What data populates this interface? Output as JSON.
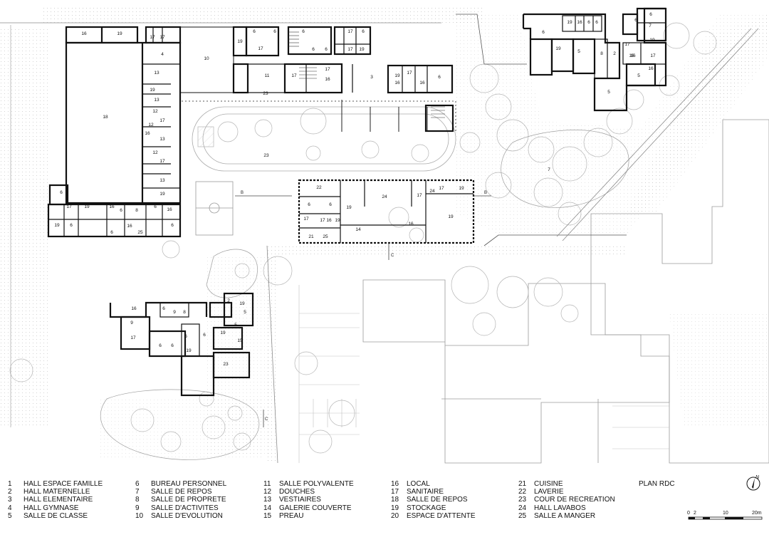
{
  "plan_title": "PLAN RDC",
  "north_label": "N",
  "scale": {
    "ticks": [
      "0",
      "2",
      "10",
      "20m"
    ]
  },
  "section_markers": [
    "B",
    "B",
    "C",
    "C"
  ],
  "legend": [
    {
      "num": "1",
      "label": "HALL ESPACE FAMILLE"
    },
    {
      "num": "2",
      "label": "HALL MATERNELLE"
    },
    {
      "num": "3",
      "label": "HALL ELEMENTAIRE"
    },
    {
      "num": "4",
      "label": "HALL GYMNASE"
    },
    {
      "num": "5",
      "label": "SALLE DE CLASSE"
    },
    {
      "num": "6",
      "label": "BUREAU PERSONNEL"
    },
    {
      "num": "7",
      "label": "SALLE DE REPOS"
    },
    {
      "num": "8",
      "label": "SALLE DE PROPRETE"
    },
    {
      "num": "9",
      "label": "SALLE D'ACTIVITES"
    },
    {
      "num": "10",
      "label": "SALLE D'EVOLUTION"
    },
    {
      "num": "11",
      "label": "SALLE POLYVALENTE"
    },
    {
      "num": "12",
      "label": "DOUCHES"
    },
    {
      "num": "13",
      "label": "VESTIAIRES"
    },
    {
      "num": "14",
      "label": "GALERIE COUVERTE"
    },
    {
      "num": "15",
      "label": "PREAU"
    },
    {
      "num": "16",
      "label": "LOCAL"
    },
    {
      "num": "17",
      "label": "SANITAIRE"
    },
    {
      "num": "18",
      "label": "SALLE DE REPOS"
    },
    {
      "num": "19",
      "label": "STOCKAGE"
    },
    {
      "num": "20",
      "label": "ESPACE D'ATTENTE"
    },
    {
      "num": "21",
      "label": "CUISINE"
    },
    {
      "num": "22",
      "label": "LAVERIE"
    },
    {
      "num": "23",
      "label": "COUR DE RECREATION"
    },
    {
      "num": "24",
      "label": "HALL LAVABOS"
    },
    {
      "num": "25",
      "label": "SALLE A MANGER"
    }
  ],
  "room_labels": [
    "16",
    "19",
    "17",
    "17",
    "4",
    "10",
    "19",
    "6",
    "17",
    "6",
    "6",
    "6",
    "6",
    "17",
    "6",
    "19",
    "17",
    "11",
    "17",
    "17",
    "16",
    "3",
    "19",
    "16",
    "17",
    "6",
    "16",
    "13",
    "19",
    "13",
    "12",
    "12",
    "17",
    "16",
    "13",
    "12",
    "17",
    "13",
    "18",
    "19",
    "6",
    "17",
    "19",
    "16",
    "6",
    "8",
    "6",
    "16",
    "19",
    "6",
    "6",
    "16",
    "6",
    "25",
    "24",
    "17",
    "17",
    "24",
    "19",
    "6",
    "22",
    "19",
    "6",
    "17",
    "17",
    "16",
    "19",
    "21",
    "25",
    "16",
    "19",
    "14",
    "23",
    "23",
    "7",
    "6",
    "19",
    "16",
    "6",
    "6",
    "19",
    "5",
    "8",
    "2",
    "17",
    "16",
    "19",
    "16",
    "5",
    "5",
    "6",
    "7",
    "6",
    "16",
    "17",
    "16",
    "6",
    "9",
    "8",
    "2",
    "19",
    "9",
    "6",
    "6",
    "19",
    "17",
    "6",
    "6",
    "5",
    "19",
    "5",
    "15",
    "23"
  ]
}
